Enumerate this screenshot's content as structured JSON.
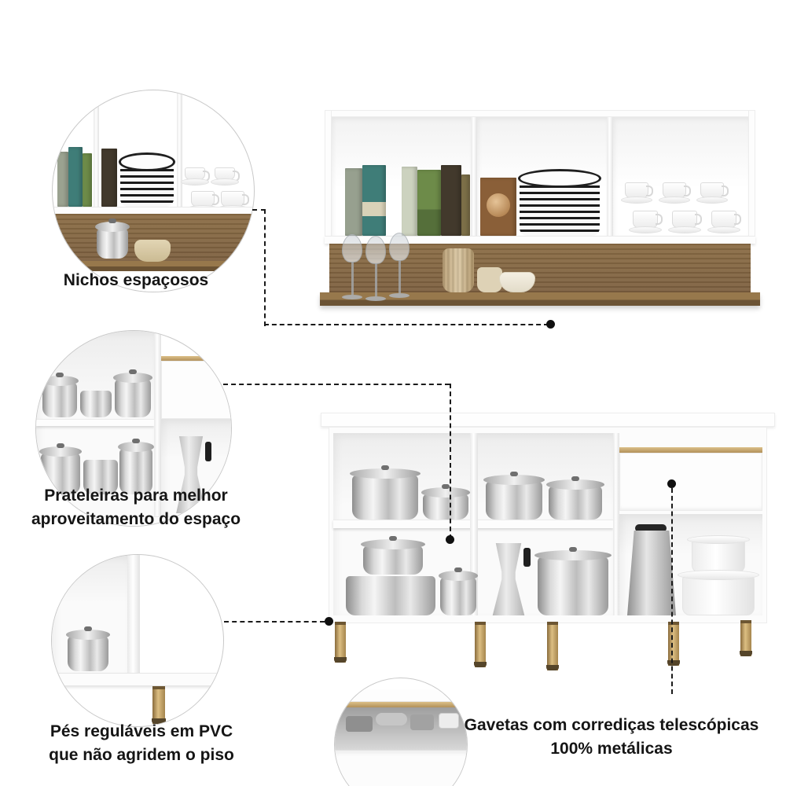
{
  "infographic": {
    "subject": "kitchen cabinet set feature callouts",
    "language": "pt-BR"
  },
  "callouts": {
    "niches": {
      "label": "Nichos espaçosos"
    },
    "shelves": {
      "line1": "Prateleiras para melhor",
      "line2": "aproveitamento do espaço"
    },
    "feet": {
      "line1": "Pés reguláveis em PVC",
      "line2": "que não agridem o piso"
    },
    "drawers": {
      "line1": "Gavetas com corrediças telescópicas",
      "line2": "100% metálicas"
    }
  },
  "scene": {
    "wall_cabinet": "white wall unit with 3 open niches (food boxes, plate stack, cups) over wood-backed shelf with wine glasses, vases and bowl",
    "base_cabinet": "white base unit with open shelves of stainless pots, a drawer with gold trim, moka pot, white pot stack, on gold PVC feet"
  },
  "colors": {
    "background": "#ffffff",
    "text": "#151515",
    "connector": "#1a1a1a",
    "circle_border": "#c9c9c9",
    "cabinet_white": "#fdfdfd",
    "wood_panel": "#85693f",
    "wood_shelf": "#6b5334",
    "gold_trim": "#c7a365",
    "metal_light": "#e9e9e9",
    "metal_dark": "#8f8f8f"
  }
}
